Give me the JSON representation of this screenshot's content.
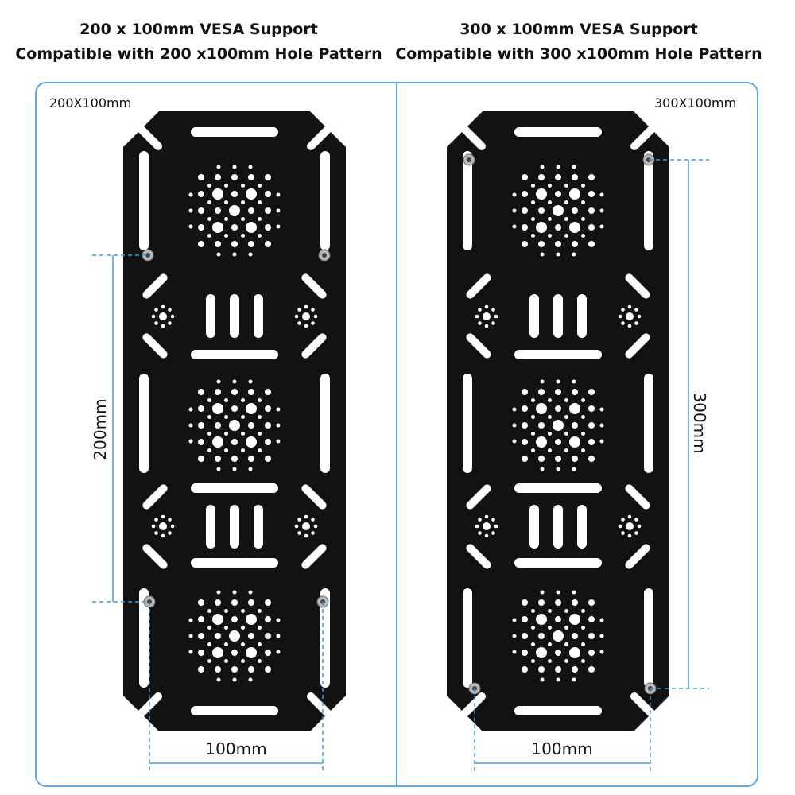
{
  "left_panel": {
    "heading_line1": "200 x 100mm VESA Support",
    "heading_line2": "Compatible with 200 x100mm Hole Pattern",
    "corner_label": "200X100mm",
    "vertical_dimension": "200mm",
    "horizontal_dimension": "100mm"
  },
  "right_panel": {
    "heading_line1": "300 x 100mm VESA Support",
    "heading_line2": "Compatible with 300 x100mm Hole Pattern",
    "corner_label": "300X100mm",
    "vertical_dimension": "300mm",
    "horizontal_dimension": "100mm"
  },
  "colors": {
    "frame": "#5aa9e6",
    "plate": "#121212",
    "hole": "#ffffff",
    "screw": "#b8b8b8",
    "dimension": "#3d9be0"
  },
  "icons": {
    "screw": "screw-icon"
  }
}
